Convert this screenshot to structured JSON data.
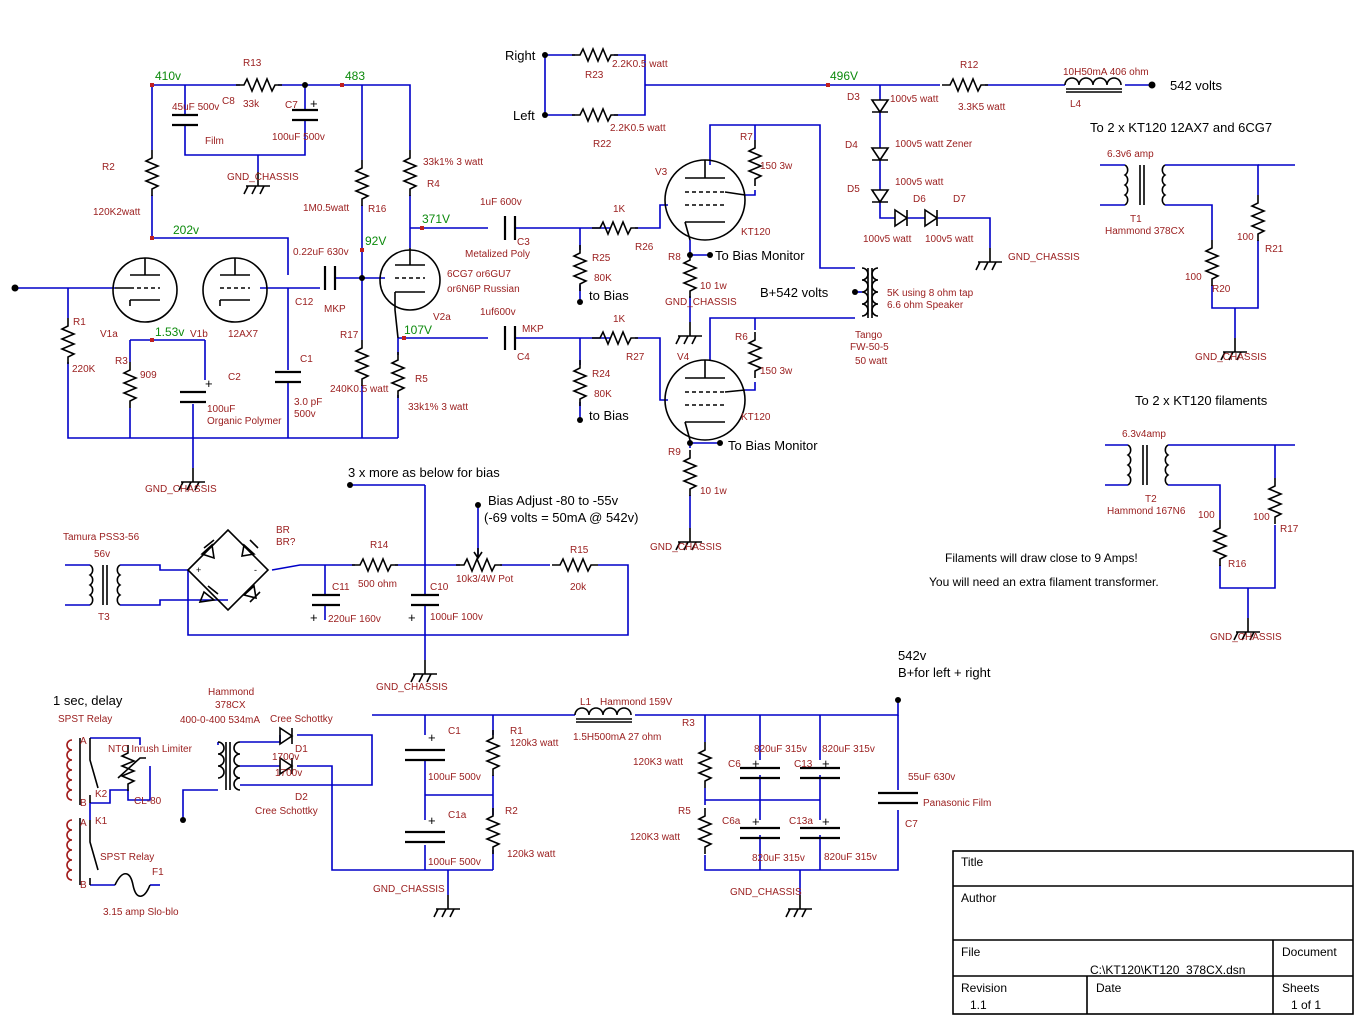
{
  "refs": {
    "r13": "R13",
    "r2": "R2",
    "r1": "R1",
    "r3": "R3",
    "r16": "R16",
    "r17": "R17",
    "r4": "R4",
    "r5": "R5",
    "r23": "R23",
    "r22": "R22",
    "r12": "R12",
    "l4": "L4",
    "r25": "R25",
    "r26": "R26",
    "r24": "R24",
    "r27": "R27",
    "r7": "R7",
    "r6": "R6",
    "r8": "R8",
    "r9": "R9",
    "v3": "V3",
    "v4": "V4",
    "v1a": "V1a",
    "v1b": "V1b",
    "v2a": "V2a",
    "c8": "C8",
    "c7": "C7",
    "c12": "C12",
    "c2": "C2",
    "c1": "C1",
    "c3": "C3",
    "c4": "C4",
    "d3": "D3",
    "d4": "D4",
    "d5": "D5",
    "d6": "D6",
    "d7": "D7",
    "t1": "T1",
    "r20": "R20",
    "r21": "R21",
    "t2": "T2",
    "r16b": "R16",
    "r17b": "R17",
    "br": "BR",
    "brq": "BR?",
    "r14": "R14",
    "r15": "R15",
    "c11": "C11",
    "c10": "C10",
    "t3": "T3",
    "k2": "K2",
    "k1": "K1",
    "f1": "F1",
    "d1": "D1",
    "d2": "D2",
    "c1b": "C1",
    "c1a": "C1a",
    "r1b": "R1",
    "r2b": "R2",
    "l1": "L1",
    "r3b": "R3",
    "r5b": "R5",
    "c6": "C6",
    "c13": "C13",
    "c6a": "C6a",
    "c13a": "C13a",
    "c7b": "C7",
    "pin_a1": "A",
    "pin_b1": "B",
    "pin_a2": "A",
    "pin_b2": "B"
  },
  "values": {
    "r13": "33k",
    "r2": "120K2watt",
    "r1": "220K",
    "r3": "909",
    "r16": "1M0.5watt",
    "r17": "240K0.5 watt",
    "r4": "33k1% 3 watt",
    "r5": "33k1% 3 watt",
    "r23": "2.2K0.5 watt",
    "r22": "2.2K0.5 watt",
    "r12": "3.3K5 watt",
    "l4": "10H50mA 406 ohm",
    "r25": "80K",
    "r26": "1K",
    "r24": "80K",
    "r27": "1K",
    "r7": "150 3w",
    "r6": "150 3w",
    "r8": "10 1w",
    "r9": "10 1w",
    "v3": "KT120",
    "v4": "KT120",
    "v1b": "12AX7",
    "v2a_1": "6CG7 or6GU7",
    "v2a_2": "or6N6P Russian",
    "c8": "45uF 500v",
    "c8_type": "Film",
    "c7": "100uF 500v",
    "c12": "0.22uF 630v",
    "c12_type": "MKP",
    "c2": "100uF",
    "c2_type": "Organic Polymer",
    "c1_1": "3.0 pF",
    "c1_2": "500v",
    "c3": "1uF 600v",
    "c3_type": "Metalized Poly",
    "c4": "1uf600v",
    "c4_type": "MKP",
    "d3": "100v5 watt",
    "d4": "100v5 watt  Zener",
    "d5": "100v5 watt",
    "d6": "100v5 watt",
    "d7": "100v5 watt",
    "out_xfmr": "5K using 8 ohm tap",
    "out_xfmr2": "6.6 ohm Speaker",
    "tango1": "Tango",
    "tango2": "FW-50-5",
    "tango3": "50 watt",
    "t1_rating": "6.3v6 amp",
    "t1": "Hammond 378CX",
    "r20": "100",
    "r21": "100",
    "t2_rating": "6.3v4amp",
    "t2": "Hammond 167N6",
    "r16b": "100",
    "r17b": "100",
    "t3": "Tamura PSS3-56",
    "t3_v": "56v",
    "r14": "500 ohm",
    "r15": "20k",
    "c11": "220uF 160v",
    "c10": "100uF 100v",
    "pot": "10k3/4W Pot",
    "xfmr_main1": "Hammond",
    "xfmr_main2": "378CX",
    "xfmr_main3": "400-0-400 534mA",
    "d1": "Cree Schottky",
    "d1_v": "1700v",
    "d2": "Cree Schottky",
    "d2_v": "1700v",
    "ntc": "NTC Inrush Limiter",
    "cl80": "CL-80",
    "relay1": "SPST Relay",
    "relay2": "SPST Relay",
    "f1": "3.15 amp Slo-blo",
    "c1b": "100uF 500v",
    "c1a": "100uF 500v",
    "r1b": "120k3 watt",
    "r2b": "120k3 watt",
    "l1": "Hammond 159V",
    "l1_2": "1.5H500mA 27 ohm",
    "r3b": "120K3 watt",
    "r5b": "120K3 watt",
    "c6": "820uF 315v",
    "c13": "820uF 315v",
    "c6a": "820uF 315v",
    "c13a": "820uF 315v",
    "c7b": "55uF 630v",
    "c7b_type": "Panasonic Film"
  },
  "nets": {
    "right": "Right",
    "left": "Left",
    "b542": "542 volts",
    "to_kt120_12ax7": "To 2 x KT120 12AX7 and 6CG7",
    "to_kt120_fil": "To 2 x KT120 filaments",
    "to_bias1": "to Bias",
    "to_bias2": "to Bias",
    "bias_mon1": "To Bias Monitor",
    "bias_mon2": "To Bias Monitor",
    "bplus_542": "B+542 volts",
    "more_bias": "3 x more as below for bias",
    "bias_adj": "Bias Adjust -80 to -55v",
    "bias_note": "(-69 volts = 50mA @ 542v)",
    "delay": "1 sec, delay",
    "b542v": "542v",
    "bplus_lr": "B+for left + right",
    "fil_note1": "Filaments will draw close to 9 Amps!",
    "fil_note2": "You will need an extra filament transformer.",
    "gnd": "GND_CHASSIS"
  },
  "voltages": {
    "v410": "410v",
    "v483": "483",
    "v496": "496V",
    "v202": "202v",
    "v153": "1.53v",
    "v92": "92V",
    "v371": "371V",
    "v107": "107V"
  },
  "title_block": {
    "title_label": "Title",
    "author_label": "Author",
    "file_label": "File",
    "file_value": "C:\\KT120\\KT120_378CX.dsn",
    "document_label": "Document",
    "revision_label": "Revision",
    "revision_value": "1.1",
    "date_label": "Date",
    "sheets_label": "Sheets",
    "sheets_value": "1 of 1"
  },
  "colors": {
    "wire": "#0000c8",
    "component": "#a01818",
    "voltage": "#0c8a0c"
  }
}
